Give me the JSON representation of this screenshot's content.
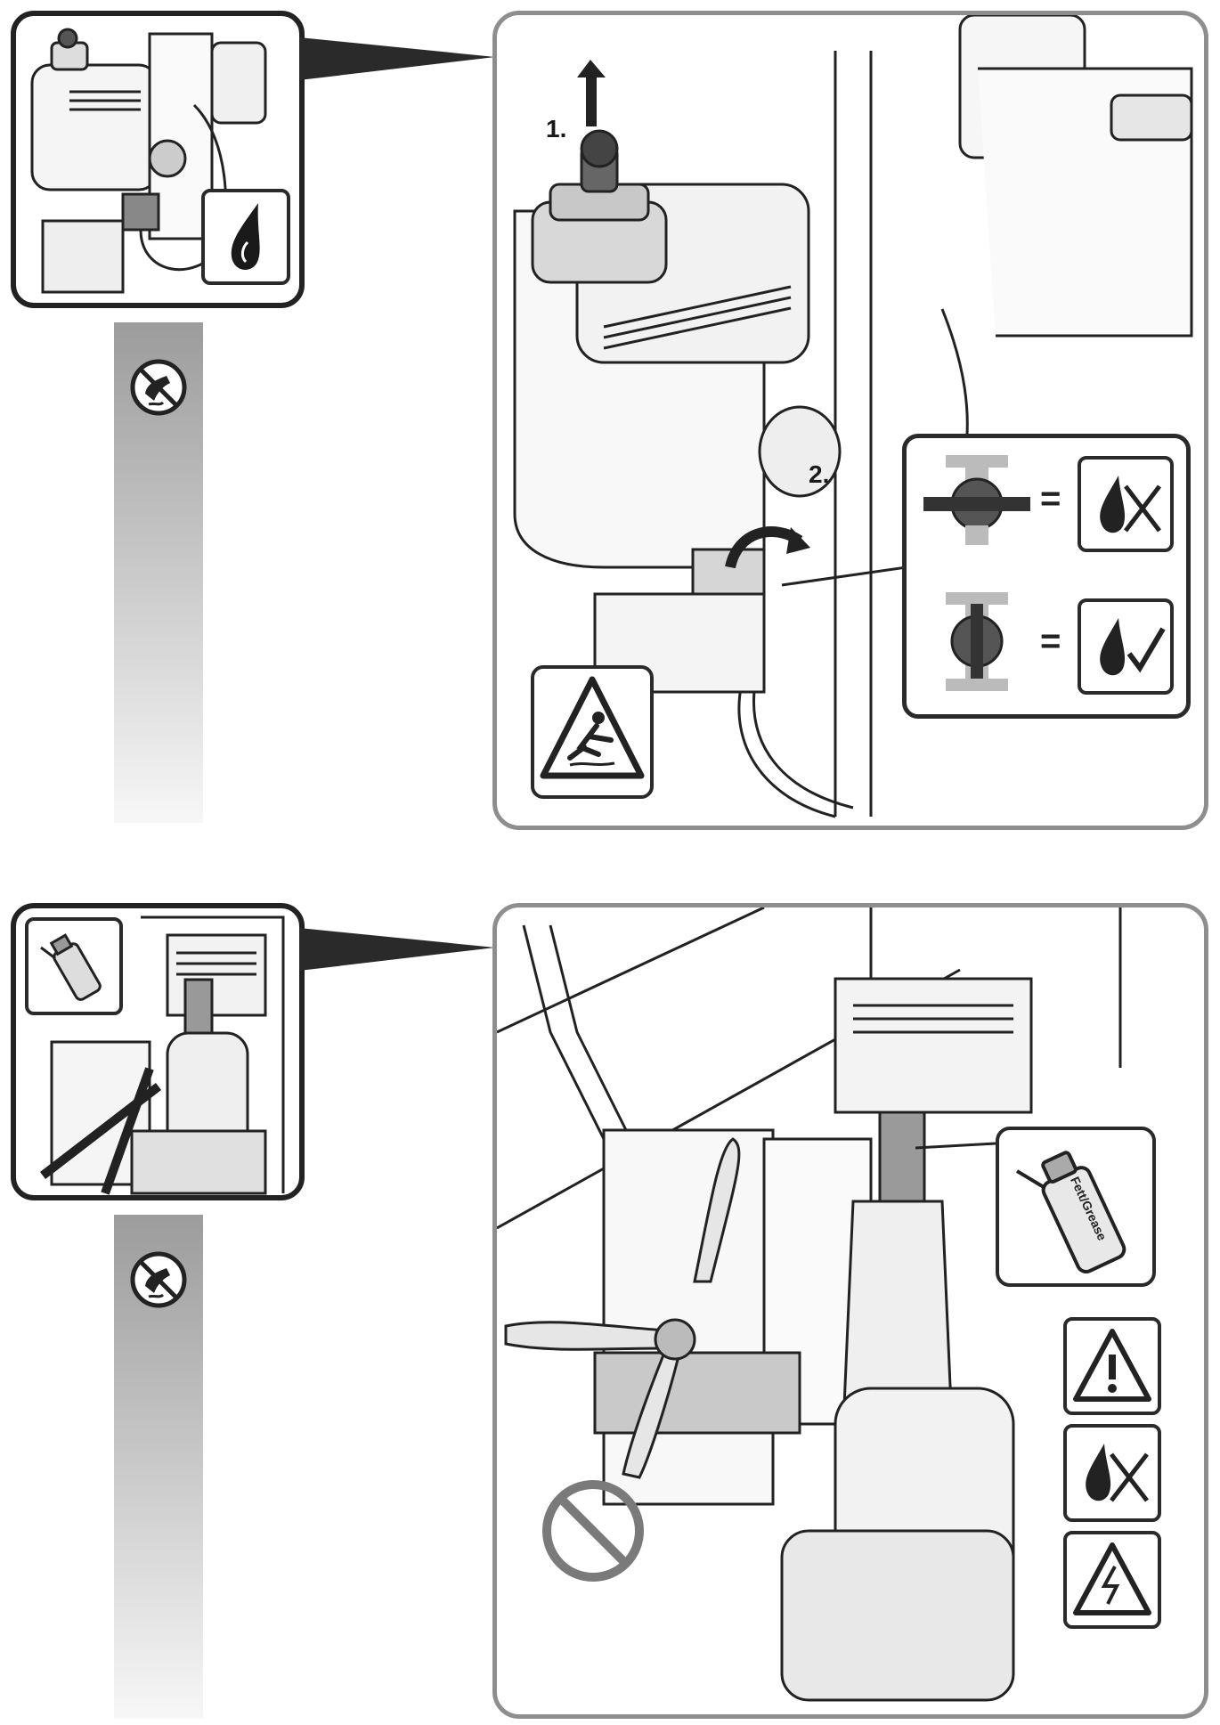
{
  "section1": {
    "steps": [
      "1.",
      "2."
    ],
    "icons": [
      "oil-drop-icon",
      "no-touch-hot-icon",
      "slip-hazard-warning-icon",
      "valve-closed-no-oil-icon",
      "valve-open-oil-ok-icon"
    ]
  },
  "section2": {
    "spray_can_label": "Fett/Grease",
    "icons": [
      "grease-spray-can-icon",
      "no-touch-hot-icon",
      "general-warning-icon",
      "no-oil-icon",
      "electric-hazard-warning-icon",
      "prohibited-icon"
    ]
  },
  "colors": {
    "panel_border": "#8e8e8e",
    "frame": "#222222",
    "shade": "#9c9c9c"
  }
}
